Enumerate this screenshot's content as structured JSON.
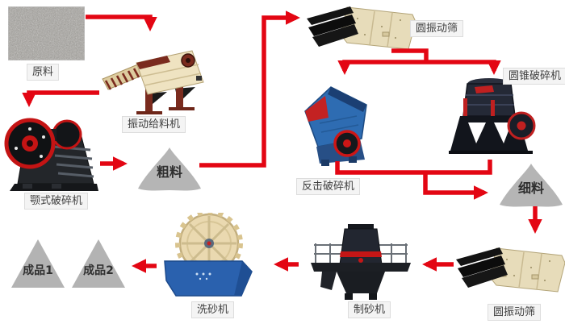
{
  "diagram": {
    "nodes": {
      "raw_material": {
        "label": "原料"
      },
      "vibrating_feeder": {
        "label": "振动给料机"
      },
      "jaw_crusher": {
        "label": "颚式破碎机"
      },
      "coarse_material": {
        "label": "粗料"
      },
      "vibrating_screen_top": {
        "label": "圆振动筛"
      },
      "cone_crusher": {
        "label": "圆锥破碎机"
      },
      "impact_crusher": {
        "label": "反击破碎机"
      },
      "fine_material": {
        "label": "细料"
      },
      "vibrating_screen_bottom": {
        "label": "圆振动筛"
      },
      "sand_maker": {
        "label": "制砂机"
      },
      "sand_washer": {
        "label": "洗砂机"
      },
      "product_1": {
        "label": "成品1"
      },
      "product_2": {
        "label": "成品2"
      }
    },
    "edges": [
      {
        "from": "raw_material",
        "to": "vibrating_feeder"
      },
      {
        "from": "vibrating_feeder",
        "to": "jaw_crusher"
      },
      {
        "from": "jaw_crusher",
        "to": "coarse_material"
      },
      {
        "from": "coarse_material",
        "to": "vibrating_screen_top"
      },
      {
        "from": "vibrating_screen_top",
        "to": "impact_crusher"
      },
      {
        "from": "vibrating_screen_top",
        "to": "cone_crusher"
      },
      {
        "from": "impact_crusher",
        "to": "fine_material"
      },
      {
        "from": "cone_crusher",
        "to": "fine_material"
      },
      {
        "from": "fine_material",
        "to": "vibrating_screen_bottom"
      },
      {
        "from": "vibrating_screen_bottom",
        "to": "sand_maker"
      },
      {
        "from": "sand_maker",
        "to": "sand_washer"
      },
      {
        "from": "sand_washer",
        "to": "product_1"
      },
      {
        "from": "sand_washer",
        "to": "product_2"
      }
    ],
    "colors": {
      "arrow": "#e30613",
      "pile": "#b5b5b5",
      "label_background": "#f4f4f4",
      "label_border": "#dddddd",
      "label_text": "#3f3f3f",
      "background": "#ffffff"
    }
  }
}
